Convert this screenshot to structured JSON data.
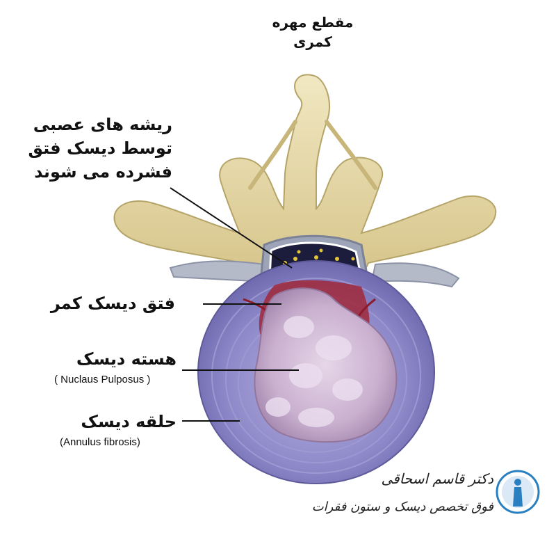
{
  "title": {
    "line1": "مقطع مهره",
    "line2": "کمری"
  },
  "labels": {
    "nerve_roots": [
      "ریشه های عصبی",
      "توسط دیسک فتق",
      "فشرده می شوند"
    ],
    "herniated_disc": "فتق دیسک کمر",
    "nucleus": "هسته دیسک",
    "nucleus_en": "( Nuclaus Pulposus )",
    "annulus": "حلقه دیسک",
    "annulus_en": "(Annulus fibrosis)"
  },
  "watermark": {
    "line1": "دکتر قاسم اسحاقی",
    "line2": "فوق تخصص دیسک و ستون فقرات"
  },
  "colors": {
    "bone": "#e8dcae",
    "disc": "#8d88c8",
    "nucleus": "#c9b0cf",
    "herniation": "#a0283a",
    "canal": "#1c1c3c",
    "nerve": "#b5bac9",
    "logo": "#2a7fc0"
  }
}
